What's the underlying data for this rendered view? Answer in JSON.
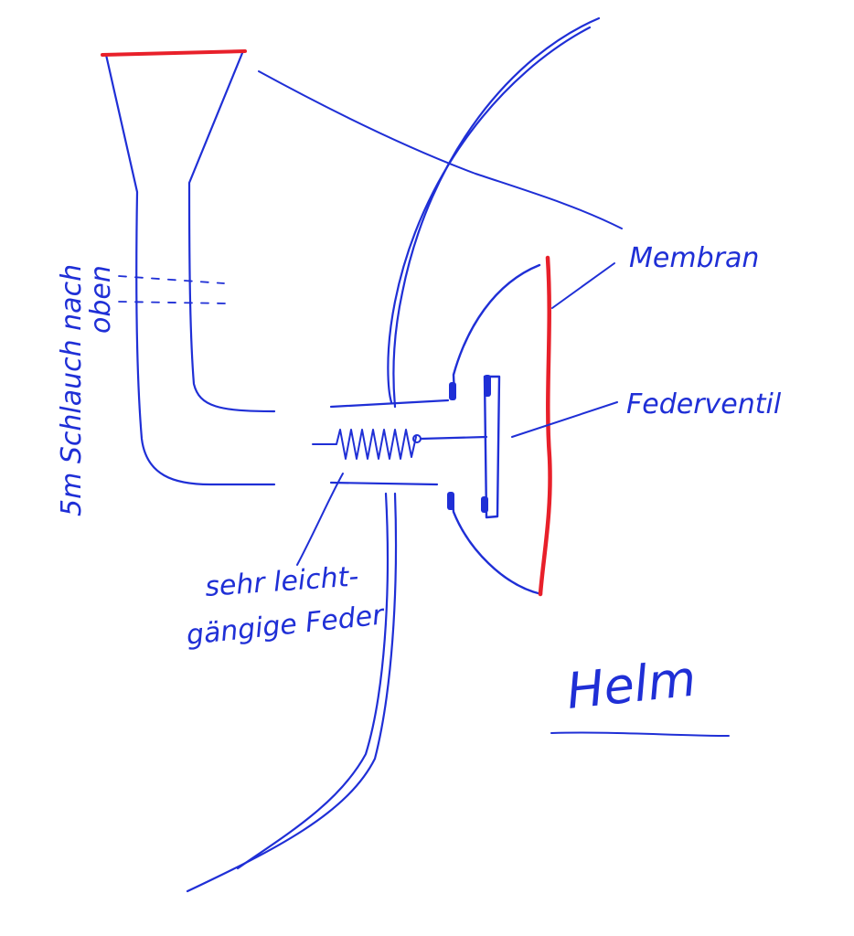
{
  "colors": {
    "ink_blue": "#1f2fd6",
    "ink_red": "#e8202a",
    "paper": "#ffffff"
  },
  "labels": {
    "membrane": "Membran",
    "spring_valve": "Federventil",
    "spring_note_line1": "sehr leicht-",
    "spring_note_line2": "gängige Feder",
    "hose_note_line1": "5m Schlauch nach",
    "hose_note_line2": "oben",
    "helmet": "Helm"
  }
}
